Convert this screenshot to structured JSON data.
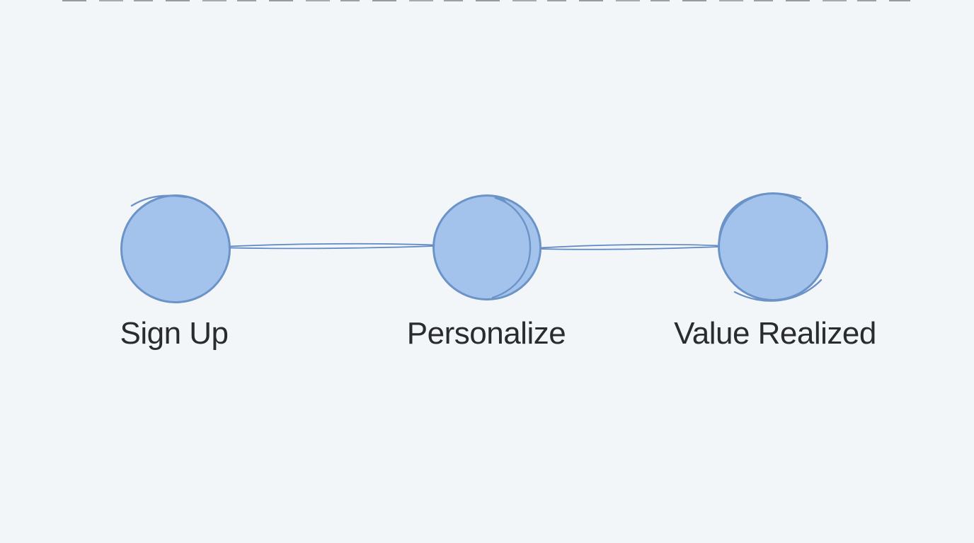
{
  "diagram": {
    "type": "flow",
    "nodes": [
      {
        "id": "sign-up",
        "label": "Sign Up"
      },
      {
        "id": "personalize",
        "label": "Personalize"
      },
      {
        "id": "value-realized",
        "label": "Value Realized"
      }
    ],
    "connections": [
      {
        "from": "sign-up",
        "to": "personalize"
      },
      {
        "from": "personalize",
        "to": "value-realized"
      }
    ],
    "colors": {
      "background": "#f2f6f8",
      "node_fill": "#a4c3ec",
      "node_stroke": "#6c93c8",
      "connector": "#5f89c4",
      "label_text": "#2a2b2e"
    }
  }
}
